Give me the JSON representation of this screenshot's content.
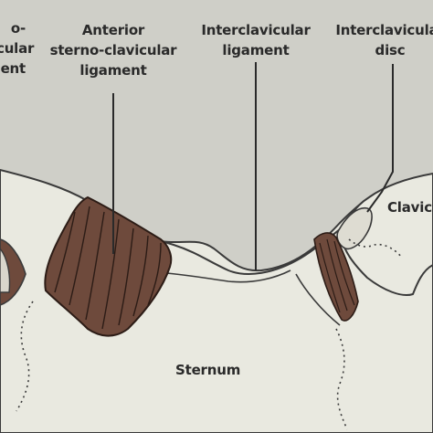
{
  "labels": {
    "left_partial": [
      "o-",
      "cular",
      "ent"
    ],
    "anterior_ligament": [
      "Anterior",
      "sterno-clavicular",
      "ligament"
    ],
    "interclavicular_ligament": [
      "Interclavicular",
      "ligament"
    ],
    "interclavicular_disc": [
      "Interclavicular",
      "disc"
    ],
    "clavicle": "Clavic",
    "sternum": "Sternum"
  },
  "colors": {
    "background": "#cfcfc8",
    "bone": "#e9e9e0",
    "outline": "#3a3a3a",
    "ligament_fill": "#6e4a3c",
    "ligament_lines": "#2c1c16",
    "text": "#2a2a2a"
  }
}
